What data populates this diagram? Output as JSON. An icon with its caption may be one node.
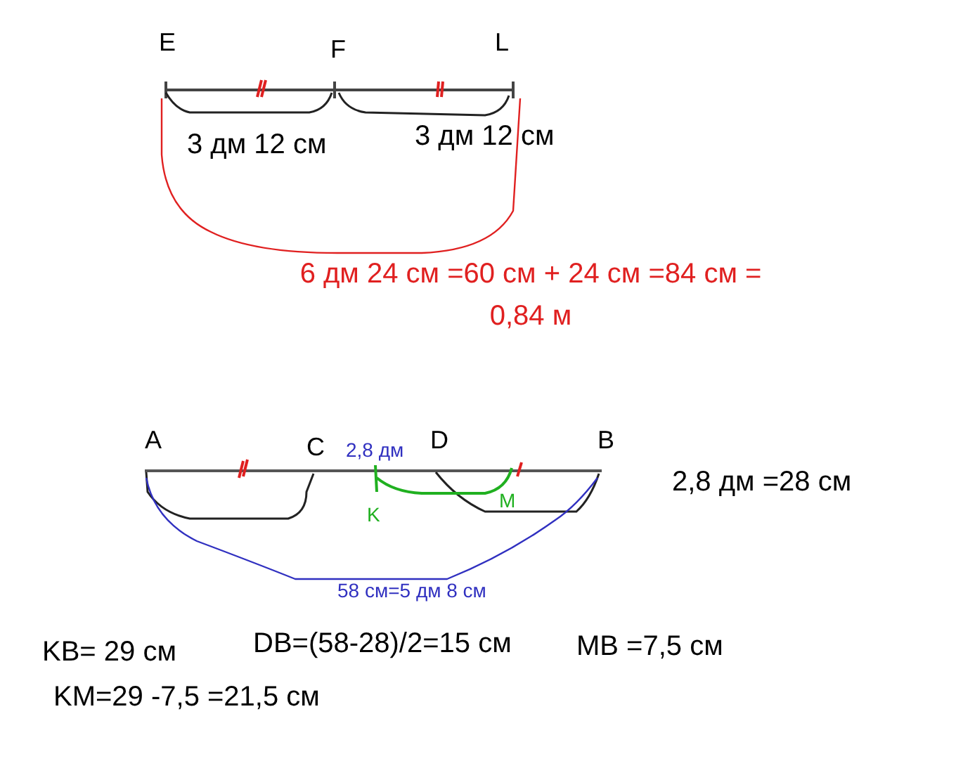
{
  "diagram": {
    "labels": [
      "E",
      "F",
      "L",
      "3 дм 12 см",
      "3 дм 12 см",
      "6 дм 24 см =60 см + 24 см =84 см = 0,84 м",
      "A",
      "C",
      "2,8 дм",
      "D",
      "B",
      "2,8 дм =28 см",
      "K",
      "M",
      "58 см=5 дм 8 см",
      "KB= 29 см",
      "DB=(58-28)/2=15 см",
      "MB =7,5 см",
      "KM=29 -7,5 =21,5 см"
    ]
  }
}
